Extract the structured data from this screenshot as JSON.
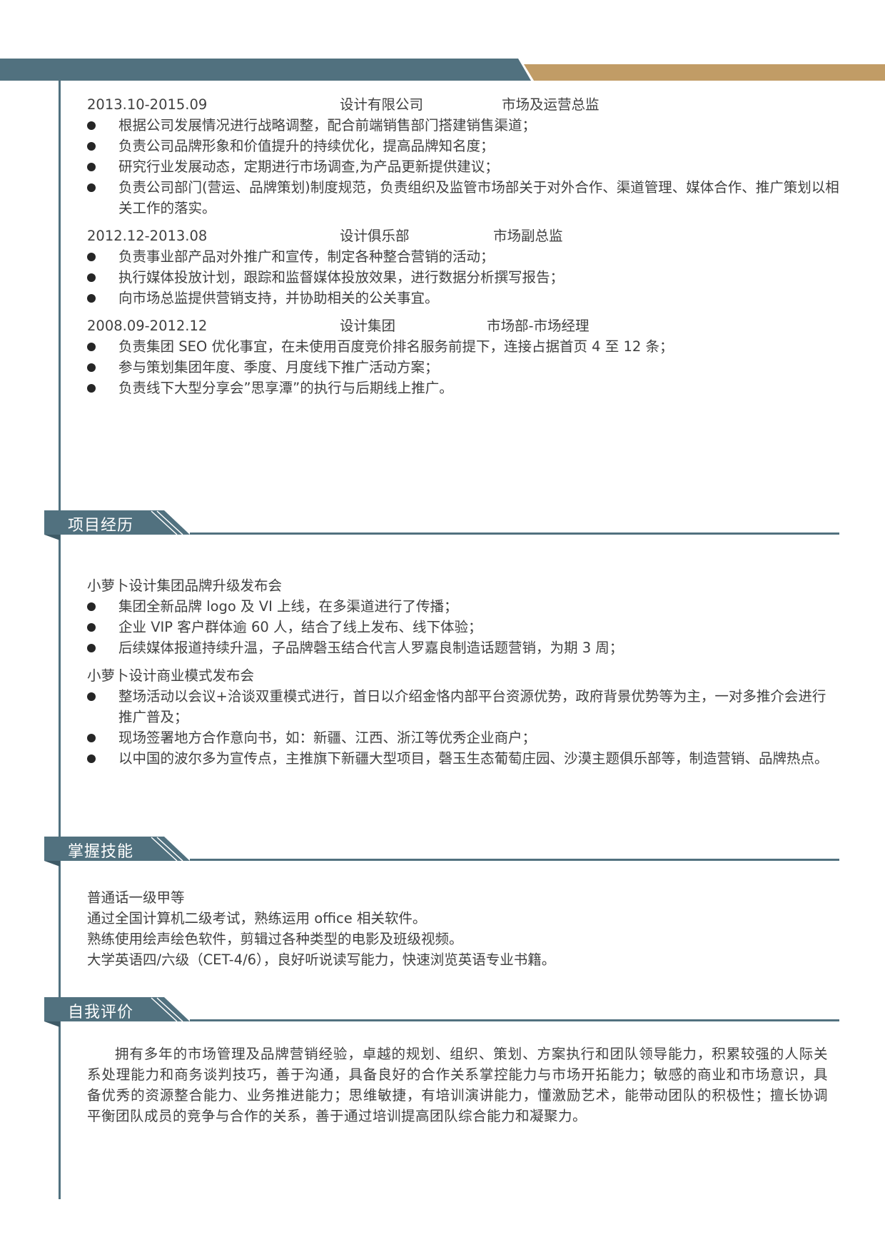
{
  "colors": {
    "primary": "#51717F",
    "accent": "#C19C66",
    "text": "#404040"
  },
  "work_experience": [
    {
      "period": "2013.10-2015.09",
      "company": "设计有限公司",
      "title": "市场及运营总监",
      "bullets": [
        "根据公司发展情况进行战略调整，配合前端销售部门搭建销售渠道；",
        "负责公司品牌形象和价值提升的持续优化，提高品牌知名度；",
        "研究行业发展动态，定期进行市场调查,为产品更新提供建议；",
        "负责公司部门(营运、品牌策划)制度规范，负责组织及监管市场部关于对外合作、渠道管理、媒体合作、推广策划以相关工作的落实。"
      ]
    },
    {
      "period": "2012.12-2013.08",
      "company": "设计俱乐部",
      "title": "市场副总监",
      "bullets": [
        "负责事业部产品对外推广和宣传，制定各种整合营销的活动；",
        "执行媒体投放计划，跟踪和监督媒体投放效果，进行数据分析撰写报告；",
        "向市场总监提供营销支持，并协助相关的公关事宜。"
      ]
    },
    {
      "period": "2008.09-2012.12",
      "company": "设计集团",
      "title": "市场部-市场经理",
      "bullets": [
        "负责集团 SEO 优化事宜，在未使用百度竞价排名服务前提下，连接占据首页 4 至 12 条；",
        "参与策划集团年度、季度、月度线下推广活动方案；",
        "负责线下大型分享会”思享潭”的执行与后期线上推广。"
      ]
    }
  ],
  "projects": {
    "section_title": "项目经历",
    "items": [
      {
        "name": "小萝卜设计集团品牌升级发布会",
        "bullets": [
          "集团全新品牌 logo 及 VI 上线，在多渠道进行了传播；",
          "企业 VIP 客户群体逾 60 人，结合了线上发布、线下体验；",
          "后续媒体报道持续升温，子品牌磬玉结合代言人罗嘉良制造话题营销，为期 3 周；"
        ]
      },
      {
        "name": "小萝卜设计商业模式发布会",
        "bullets": [
          "整场活动以会议+洽谈双重模式进行，首日以介绍金恪内部平台资源优势，政府背景优势等为主，一对多推介会进行推广普及；",
          "现场签署地方合作意向书，如：新疆、江西、浙江等优秀企业商户；",
          "以中国的波尔多为宣传点，主推旗下新疆大型项目，磬玉生态葡萄庄园、沙漠主题俱乐部等，制造营销、品牌热点。"
        ]
      }
    ]
  },
  "skills": {
    "section_title": "掌握技能",
    "items": [
      "普通话一级甲等",
      "通过全国计算机二级考试，熟练运用 office 相关软件。",
      "熟练使用绘声绘色软件，剪辑过各种类型的电影及班级视频。",
      "大学英语四/六级（CET-4/6），良好听说读写能力，快速浏览英语专业书籍。"
    ]
  },
  "self_evaluation": {
    "section_title": "自我评价",
    "text": "拥有多年的市场管理及品牌营销经验，卓越的规划、组织、策划、方案执行和团队领导能力，积累较强的人际关系处理能力和商务谈判技巧，善于沟通，具备良好的合作关系掌控能力与市场开拓能力；敏感的商业和市场意识，具备优秀的资源整合能力、业务推进能力；思维敏捷，有培训演讲能力，懂激励艺术，能带动团队的积极性；擅长协调平衡团队成员的竞争与合作的关系，善于通过培训提高团队综合能力和凝聚力。"
  }
}
